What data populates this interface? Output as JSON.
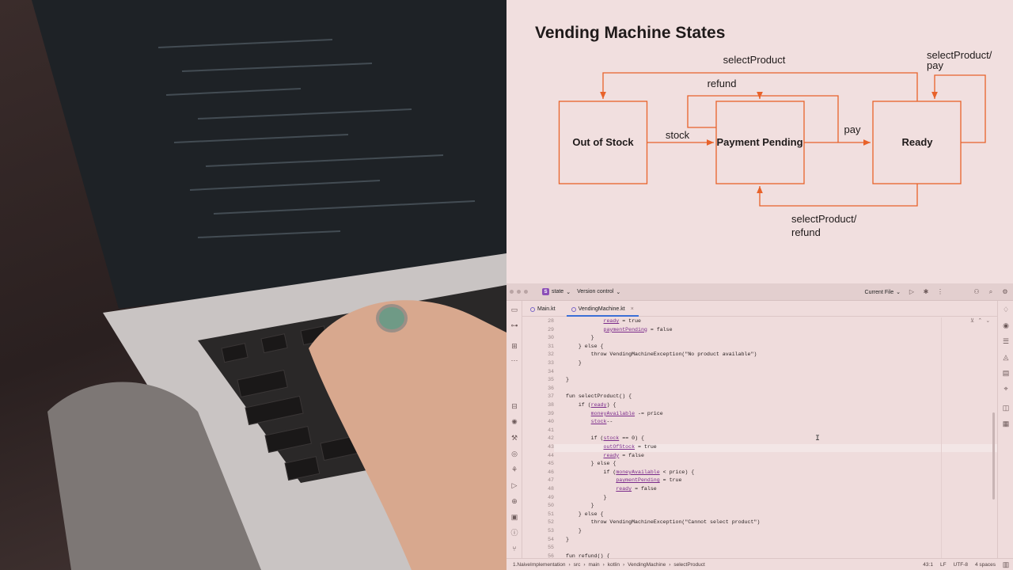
{
  "slide": {
    "title": "Vending Machine States",
    "states": [
      "Out of Stock",
      "Payment Pending",
      "Ready"
    ],
    "edges": {
      "selectProduct_top": "selectProduct",
      "refund_top": "refund",
      "stock": "stock",
      "pay": "pay",
      "select_pay_1": "selectProduct/",
      "select_pay_2": "pay",
      "select_refund_1": "selectProduct/",
      "select_refund_2": "refund"
    },
    "colors": {
      "accent": "#e8622a",
      "background": "#f1dfdf"
    }
  },
  "ide": {
    "project": "state",
    "project_badge": "S",
    "version_control": "Version control",
    "run_config": "Current File",
    "tabs": [
      {
        "label": "Main.kt",
        "active": false
      },
      {
        "label": "VendingMachine.kt",
        "active": true
      }
    ],
    "code_lines": [
      {
        "n": "28",
        "text": "            ready = true"
      },
      {
        "n": "29",
        "text": "            paymentPending = false"
      },
      {
        "n": "30",
        "text": "        }"
      },
      {
        "n": "31",
        "text": "    } else {"
      },
      {
        "n": "32",
        "text": "        throw VendingMachineException(\"No product available\")"
      },
      {
        "n": "33",
        "text": "    }"
      },
      {
        "n": "34",
        "text": ""
      },
      {
        "n": "35",
        "text": "}"
      },
      {
        "n": "36",
        "text": ""
      },
      {
        "n": "37",
        "text": "fun selectProduct() {"
      },
      {
        "n": "38",
        "text": "    if (ready) {"
      },
      {
        "n": "39",
        "text": "        moneyAvailable -= price"
      },
      {
        "n": "40",
        "text": "        stock--"
      },
      {
        "n": "41",
        "text": ""
      },
      {
        "n": "42",
        "text": "        if (stock == 0) {"
      },
      {
        "n": "43",
        "text": "            outOfStock = true"
      },
      {
        "n": "44",
        "text": "            ready = false"
      },
      {
        "n": "45",
        "text": "        } else {"
      },
      {
        "n": "46",
        "text": "            if (moneyAvailable < price) {"
      },
      {
        "n": "47",
        "text": "                paymentPending = true"
      },
      {
        "n": "48",
        "text": "                ready = false"
      },
      {
        "n": "49",
        "text": "            }"
      },
      {
        "n": "50",
        "text": "        }"
      },
      {
        "n": "51",
        "text": "    } else {"
      },
      {
        "n": "52",
        "text": "        throw VendingMachineException(\"Cannot select product\")"
      },
      {
        "n": "53",
        "text": "    }"
      },
      {
        "n": "54",
        "text": "}"
      },
      {
        "n": "55",
        "text": ""
      },
      {
        "n": "56",
        "text": "fun refund() {"
      }
    ],
    "breadcrumbs": [
      "1.NaiveImplementation",
      "src",
      "main",
      "kotlin",
      "VendingMachine",
      "selectProduct"
    ],
    "status": {
      "position": "43:1",
      "line_sep": "LF",
      "encoding": "UTF-8",
      "indent": "4 spaces"
    }
  }
}
